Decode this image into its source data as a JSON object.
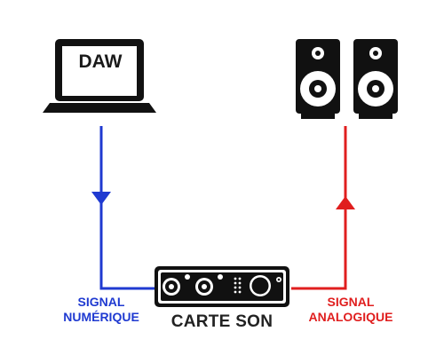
{
  "laptop": {
    "screen_text": "DAW"
  },
  "digital_signal": {
    "line1": "SIGNAL",
    "line2": "NUMÉRIQUE",
    "color": "#1f3ad1"
  },
  "analog_signal": {
    "line1": "SIGNAL",
    "line2": "ANALOGIQUE",
    "color": "#e01e1e"
  },
  "sound_card": {
    "label": "CARTE SON"
  },
  "colors": {
    "device": "#111111",
    "background": "#ffffff"
  }
}
